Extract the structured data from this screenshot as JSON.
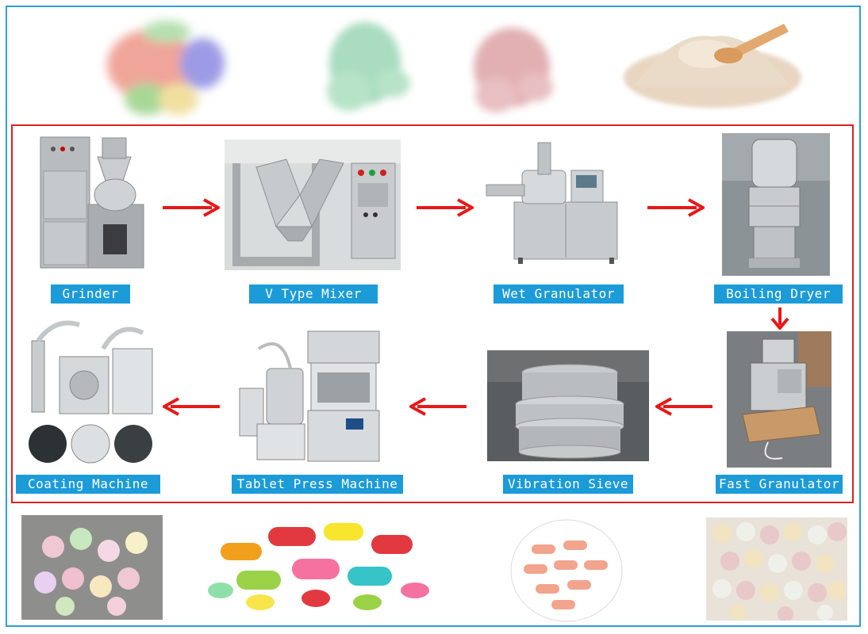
{
  "colors": {
    "frame": "#2f9fd8",
    "process_frame": "#e02020",
    "label_bg": "#1c9bd9",
    "label_text": "#ffffff",
    "arrow": "#e81818"
  },
  "top_powders": [
    {
      "icon": "multicolor-powder"
    },
    {
      "icon": "green-powder"
    },
    {
      "icon": "pink-powder"
    },
    {
      "icon": "cream-powder-with-scoop"
    }
  ],
  "steps": [
    {
      "label": "Grinder"
    },
    {
      "label": "V Type Mixer"
    },
    {
      "label": "Wet Granulator"
    },
    {
      "label": "Boiling Dryer"
    },
    {
      "label": "Fast Granulator"
    },
    {
      "label": "Vibration Sieve"
    },
    {
      "label": "Tablet Press Machine"
    },
    {
      "label": "Coating Machine"
    }
  ],
  "bottom_products": [
    {
      "icon": "shaped-candy-tablets"
    },
    {
      "icon": "colorful-pills"
    },
    {
      "icon": "pink-capsule-tablets"
    },
    {
      "icon": "round-tablets"
    }
  ]
}
